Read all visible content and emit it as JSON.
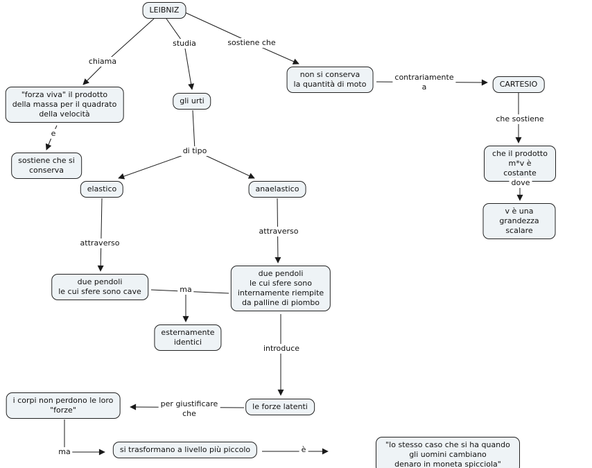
{
  "map": {
    "colors": {
      "background": "#ffffff",
      "box_fill": "#eef3f6",
      "box_border": "#222222",
      "line": "#1a1a1a"
    },
    "concepts": {
      "leibniz": "LEIBNIZ",
      "forza_viva": "\"forza viva\" il prodotto\ndella massa per il quadrato\ndella velocità",
      "sostiene_conserva": "sostiene che si\nconserva",
      "gli_urti": "gli urti",
      "elastico": "elastico",
      "anaelastico": "anaelastico",
      "non_conserva": "non si conserva\nla quantità di moto",
      "cartesio": "CARTESIO",
      "prodotto_costante": "che il prodotto m*v è costante",
      "grandezza_scalare": "v è una grandezza scalare",
      "pendoli_cave": "due pendoli\nle cui sfere sono cave",
      "pendoli_piombo": "due pendoli\nle cui sfere sono\ninternamente riempite\nda palline di piombo",
      "esternamente_identici": "esternamente\nidentici",
      "forze_latenti": "le forze latenti",
      "corpi_non_perdono": "i corpi non perdono le loro\n\"forze\"",
      "trasformano": "si trasformano a livello più piccolo",
      "stesso_caso": "\"lo stesso caso che si ha quando gli uomini cambiano\ndenaro in moneta spicciola\""
    },
    "links": {
      "chiama": "chiama",
      "studia": "studia",
      "sostiene_che": "sostiene che",
      "e_cong": "e",
      "di_tipo": "di tipo",
      "contrariamente_a": "contrariamente\na",
      "che_sostiene": "che sostiene",
      "dove": "dove",
      "attraverso_sx": "attraverso",
      "attraverso_dx": "attraverso",
      "ma_centro": "ma",
      "introduce": "introduce",
      "per_giustificare_che": "per giustificare\nche",
      "ma_basso": "ma",
      "e_verbo": "è"
    }
  }
}
